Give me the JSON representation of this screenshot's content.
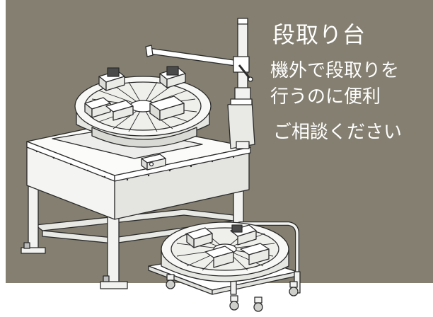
{
  "copy": {
    "title": "段取り台",
    "line1": "機外で段取りを",
    "line2": "行うのに便利",
    "line3": "ご相談ください"
  },
  "colors": {
    "panel": "#847f70",
    "text": "#ffffff",
    "line": "#2b2b2b",
    "machine": "#f2f2f0"
  },
  "illustration": {
    "subjects": [
      "setup-table-with-rotary-chuck",
      "tool-holder-arm-stand",
      "wheeled-cart-with-chuck"
    ]
  }
}
